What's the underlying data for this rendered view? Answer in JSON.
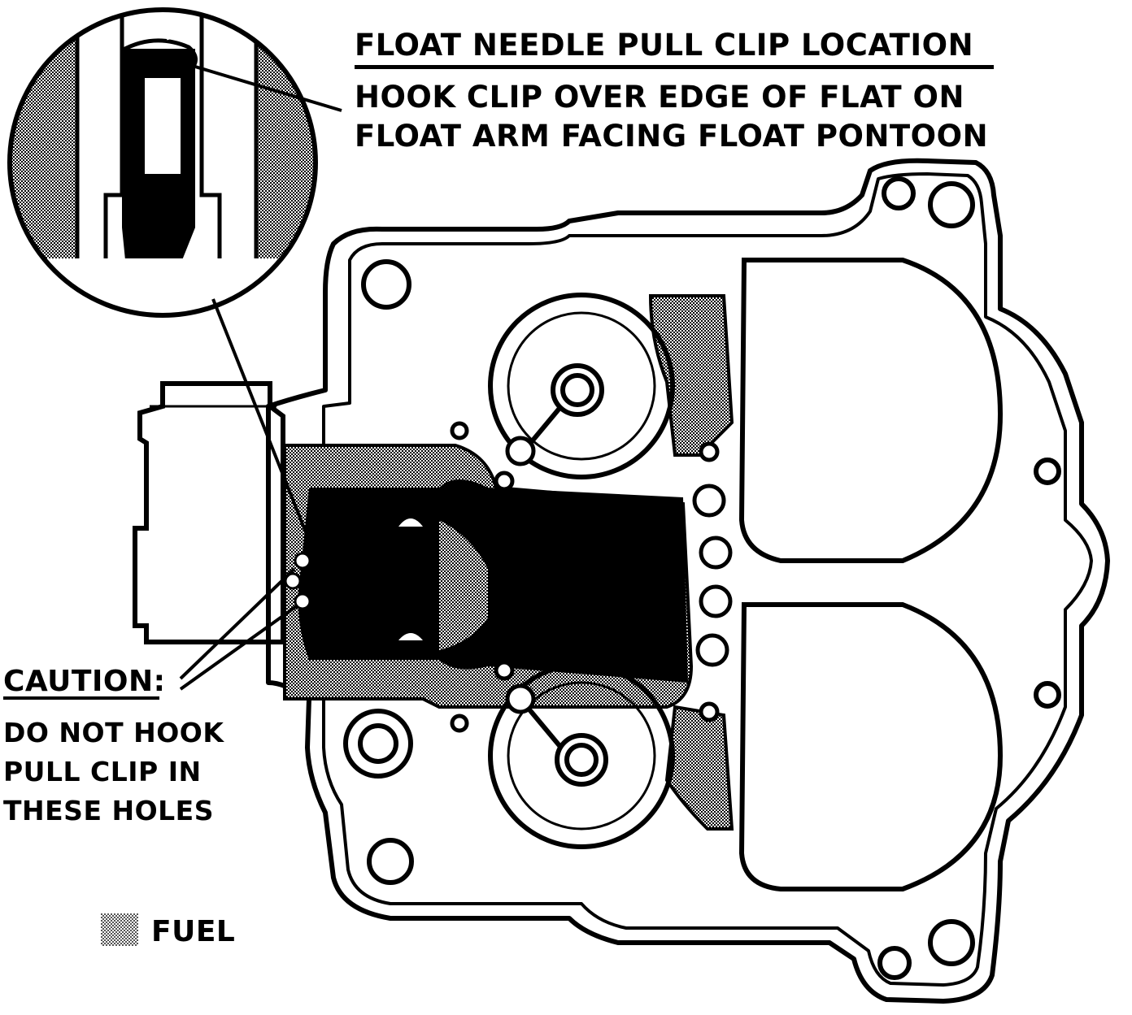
{
  "heading": {
    "title": "FLOAT NEEDLE PULL CLIP LOCATION",
    "instruction_line_1": "HOOK CLIP  OVER EDGE OF FLAT ON",
    "instruction_line_2": "FLOAT ARM FACING FLOAT PONTOON"
  },
  "caution": {
    "label": "CAUTION:",
    "line_1": "DO NOT HOOK",
    "line_2": "PULL CLIP IN",
    "line_3": "THESE HOLES"
  },
  "legend": {
    "fuel_label": "FUEL"
  },
  "colors": {
    "ink": "#000000",
    "paper": "#ffffff",
    "fuel_stipple": "#8a8a8a"
  }
}
